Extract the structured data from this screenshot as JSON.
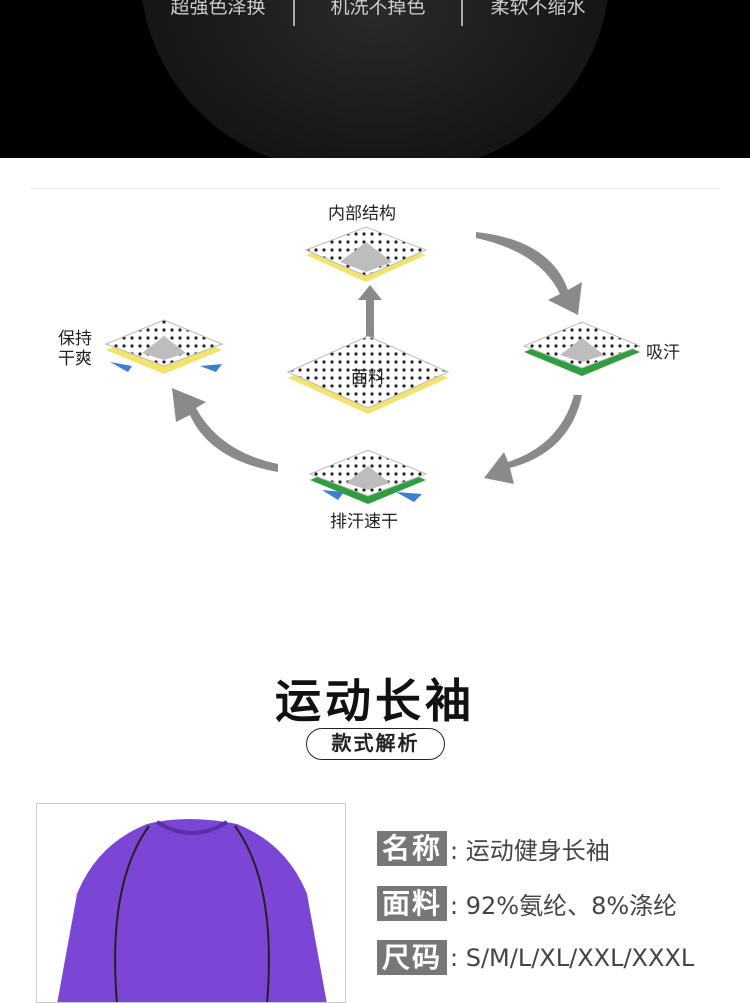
{
  "banner": {
    "features": [
      "超强色泽换",
      "机洗不掉色",
      "柔软不缩水"
    ]
  },
  "diagram": {
    "center": "面料",
    "top": "内部结构",
    "right": "吸汗",
    "bottom": "排汗速干",
    "left": [
      "保持",
      "干爽"
    ],
    "colors": {
      "arrow": "#8a8a8a",
      "yellow": "#f2e46a",
      "green": "#2e9e3e",
      "blue": "#3a7fd0",
      "gray": "#bdbdbd"
    }
  },
  "section": {
    "title": "运动长袖",
    "subtitle": "款式解析"
  },
  "specs": [
    {
      "label": "名称",
      "value": ": 运动健身长袖"
    },
    {
      "label": "面料",
      "value": ": 92%氨纶、8%涤纶"
    },
    {
      "label": "尺码",
      "value": ": S/M/L/XL/XXL/XXXL"
    }
  ],
  "product": {
    "color": "#7b45d6"
  }
}
